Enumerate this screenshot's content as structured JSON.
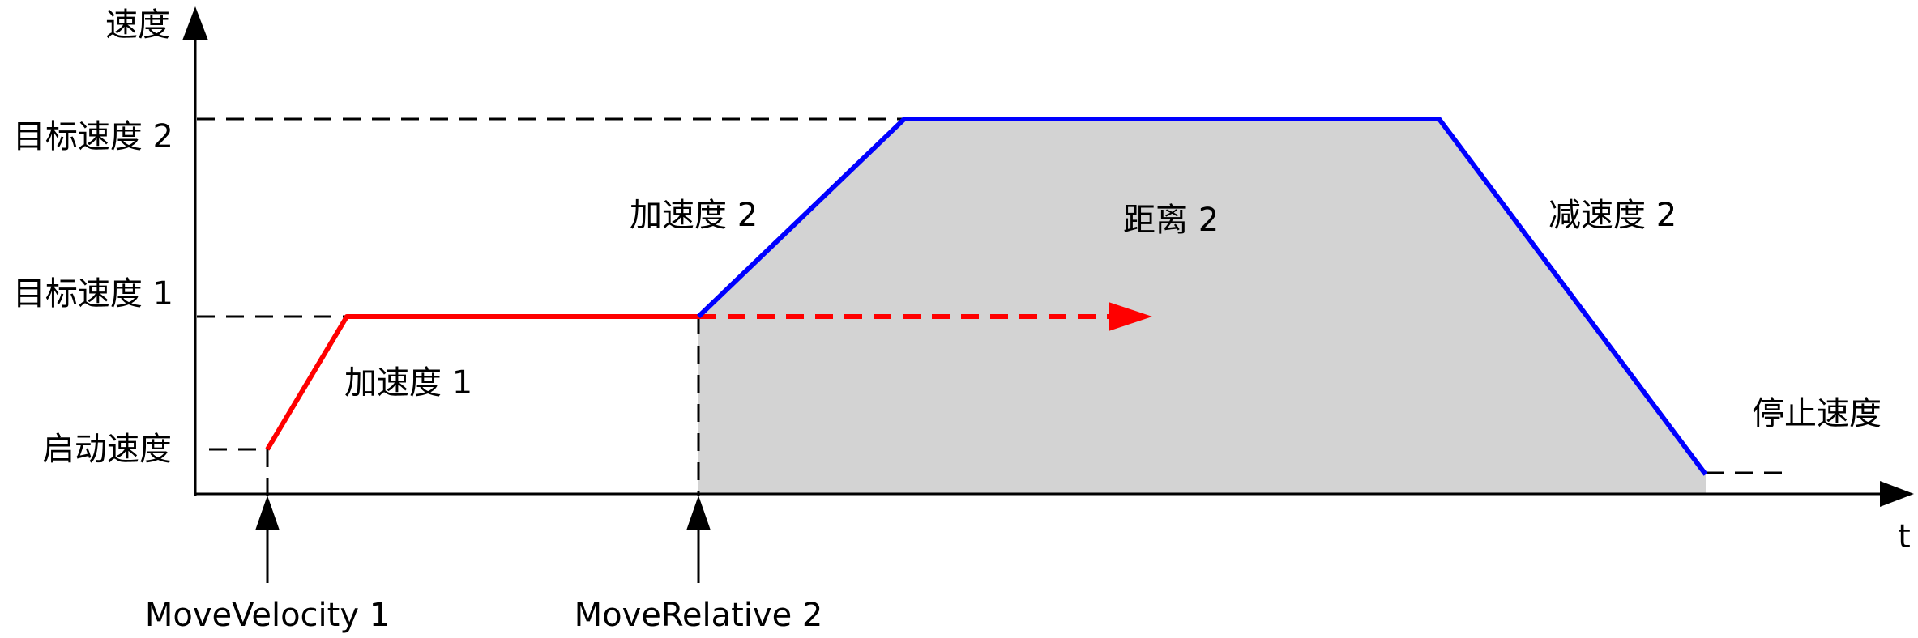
{
  "diagram": {
    "y_axis_label": "速度",
    "x_axis_label": "t",
    "levels": {
      "target_speed_2": "目标速度 2",
      "target_speed_1": "目标速度 1",
      "start_speed": "启动速度",
      "stop_speed": "停止速度"
    },
    "segments": {
      "acceleration_1": "加速度 1",
      "acceleration_2": "加速度 2",
      "distance_2": "距离 2",
      "deceleration_2": "减速度 2"
    },
    "commands": {
      "move_velocity_1": "MoveVelocity 1",
      "move_relative_2": "MoveRelative 2"
    },
    "colors": {
      "first_profile": "#ff0000",
      "second_profile": "#0000ff",
      "distance_area": "#d3d3d3",
      "axes": "#000000"
    }
  }
}
